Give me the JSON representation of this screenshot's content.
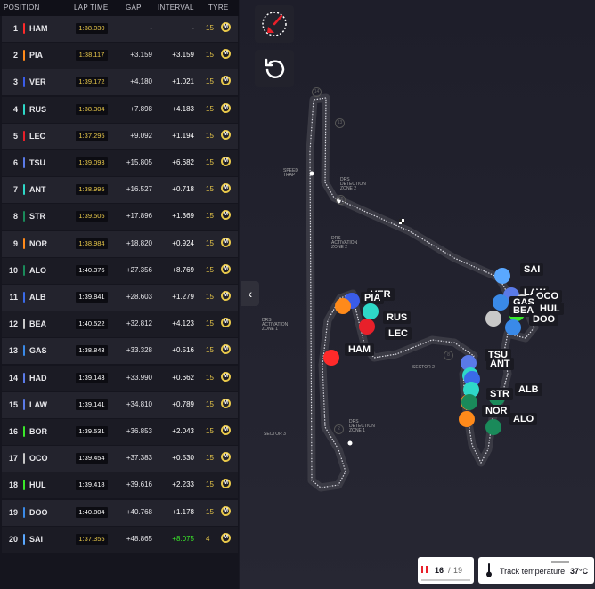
{
  "columns": {
    "position": "POSITION",
    "lap_time": "LAP TIME",
    "gap": "GAP",
    "interval": "INTERVAL",
    "tyre": "TYRE"
  },
  "tyre_letter": "M",
  "rows": [
    {
      "pos": "1",
      "driver": "HAM",
      "color": "#ff2a2a",
      "lap_time": "1:38.030",
      "lt_color": "#e8c84a",
      "gap": "-",
      "interval": "-",
      "int_color": "#ffffff",
      "laps": "15"
    },
    {
      "pos": "2",
      "driver": "PIA",
      "color": "#ff8a1a",
      "lap_time": "1:38.117",
      "lt_color": "#e8c84a",
      "gap": "+3.159",
      "interval": "+3.159",
      "int_color": "#ffffff",
      "laps": "15"
    },
    {
      "pos": "3",
      "driver": "VER",
      "color": "#3a5ce8",
      "lap_time": "1:39.172",
      "lt_color": "#e8c84a",
      "gap": "+4.180",
      "interval": "+1.021",
      "int_color": "#ffffff",
      "laps": "15"
    },
    {
      "pos": "4",
      "driver": "RUS",
      "color": "#2ed8c8",
      "lap_time": "1:38.304",
      "lt_color": "#e8c84a",
      "gap": "+7.898",
      "interval": "+4.183",
      "int_color": "#ffffff",
      "laps": "15"
    },
    {
      "pos": "5",
      "driver": "LEC",
      "color": "#e8202a",
      "lap_time": "1:37.295",
      "lt_color": "#e8c84a",
      "gap": "+9.092",
      "interval": "+1.194",
      "int_color": "#ffffff",
      "laps": "15"
    },
    {
      "pos": "6",
      "driver": "TSU",
      "color": "#5a7ae8",
      "lap_time": "1:39.093",
      "lt_color": "#e8c84a",
      "gap": "+15.805",
      "interval": "+6.682",
      "int_color": "#ffffff",
      "laps": "15"
    },
    {
      "pos": "7",
      "driver": "ANT",
      "color": "#2ed8c8",
      "lap_time": "1:38.995",
      "lt_color": "#e8c84a",
      "gap": "+16.527",
      "interval": "+0.718",
      "int_color": "#ffffff",
      "laps": "15"
    },
    {
      "pos": "8",
      "driver": "STR",
      "color": "#1a8a5a",
      "lap_time": "1:39.505",
      "lt_color": "#e8c84a",
      "gap": "+17.896",
      "interval": "+1.369",
      "int_color": "#ffffff",
      "laps": "15"
    },
    {
      "pos": "9",
      "driver": "NOR",
      "color": "#ff8a1a",
      "lap_time": "1:38.984",
      "lt_color": "#e8c84a",
      "gap": "+18.820",
      "interval": "+0.924",
      "int_color": "#ffffff",
      "laps": "15"
    },
    {
      "pos": "10",
      "driver": "ALO",
      "color": "#1a8a5a",
      "lap_time": "1:40.376",
      "lt_color": "#ffffff",
      "gap": "+27.356",
      "interval": "+8.769",
      "int_color": "#ffffff",
      "laps": "15"
    },
    {
      "pos": "11",
      "driver": "ALB",
      "color": "#3a6ae8",
      "lap_time": "1:39.841",
      "lt_color": "#ffffff",
      "gap": "+28.603",
      "interval": "+1.279",
      "int_color": "#ffffff",
      "laps": "15"
    },
    {
      "pos": "12",
      "driver": "BEA",
      "color": "#c8c8c8",
      "lap_time": "1:40.522",
      "lt_color": "#ffffff",
      "gap": "+32.812",
      "interval": "+4.123",
      "int_color": "#ffffff",
      "laps": "15"
    },
    {
      "pos": "13",
      "driver": "GAS",
      "color": "#3a8ae8",
      "lap_time": "1:38.843",
      "lt_color": "#ffffff",
      "gap": "+33.328",
      "interval": "+0.516",
      "int_color": "#ffffff",
      "laps": "15"
    },
    {
      "pos": "14",
      "driver": "HAD",
      "color": "#5a7ae8",
      "lap_time": "1:39.143",
      "lt_color": "#ffffff",
      "gap": "+33.990",
      "interval": "+0.662",
      "int_color": "#ffffff",
      "laps": "15"
    },
    {
      "pos": "15",
      "driver": "LAW",
      "color": "#5a7ae8",
      "lap_time": "1:39.141",
      "lt_color": "#ffffff",
      "gap": "+34.810",
      "interval": "+0.789",
      "int_color": "#ffffff",
      "laps": "15"
    },
    {
      "pos": "16",
      "driver": "BOR",
      "color": "#3ae82a",
      "lap_time": "1:39.531",
      "lt_color": "#ffffff",
      "gap": "+36.853",
      "interval": "+2.043",
      "int_color": "#ffffff",
      "laps": "15"
    },
    {
      "pos": "17",
      "driver": "OCO",
      "color": "#c8c8c8",
      "lap_time": "1:39.454",
      "lt_color": "#ffffff",
      "gap": "+37.383",
      "interval": "+0.530",
      "int_color": "#ffffff",
      "laps": "15"
    },
    {
      "pos": "18",
      "driver": "HUL",
      "color": "#3ae82a",
      "lap_time": "1:39.418",
      "lt_color": "#ffffff",
      "gap": "+39.616",
      "interval": "+2.233",
      "int_color": "#ffffff",
      "laps": "15"
    },
    {
      "pos": "19",
      "driver": "DOO",
      "color": "#3a8ae8",
      "lap_time": "1:40.804",
      "lt_color": "#ffffff",
      "gap": "+40.768",
      "interval": "+1.178",
      "int_color": "#ffffff",
      "laps": "15"
    },
    {
      "pos": "20",
      "driver": "SAI",
      "color": "#5aa8ff",
      "lap_time": "1:37.355",
      "lt_color": "#e8c84a",
      "gap": "+48.865",
      "interval": "+8.075",
      "int_color": "#3ae82a",
      "laps": "4"
    }
  ],
  "map_labels": {
    "speed_trap": "SPEED TRAP",
    "drs_det2": "DRS DETECTION ZONE 2",
    "drs_act2": "DRS ACTIVATION ZONE 2",
    "drs_act1": "DRS ACTIVATION ZONE 1",
    "drs_det1": "DRS DETECTION ZONE 1",
    "sector2": "SECTOR 2",
    "sector3": "SECTOR 3"
  },
  "cars": [
    {
      "code": "SAI",
      "color": "#5aa8ff",
      "label": true
    },
    {
      "code": "LAW",
      "color": "#5a7ae8",
      "label": true
    },
    {
      "code": "OCO",
      "color": "#c8c8c8",
      "label": true
    },
    {
      "code": "GAS",
      "color": "#3a8ae8",
      "label": true
    },
    {
      "code": "HUL",
      "color": "#3ae82a",
      "label": true
    },
    {
      "code": "BEA",
      "color": "#c8c8c8",
      "label": true
    },
    {
      "code": "DOO",
      "color": "#3a8ae8",
      "label": true
    },
    {
      "code": "VER",
      "color": "#3a5ce8",
      "label": true
    },
    {
      "code": "PIA",
      "color": "#ff8a1a",
      "label": true
    },
    {
      "code": "RUS",
      "color": "#2ed8c8",
      "label": true
    },
    {
      "code": "LEC",
      "color": "#e8202a",
      "label": true
    },
    {
      "code": "HAM",
      "color": "#ff2a2a",
      "label": true
    },
    {
      "code": "TSU",
      "color": "#5a7ae8",
      "label": true
    },
    {
      "code": "ANT",
      "color": "#2ed8c8",
      "label": true
    },
    {
      "code": "STR",
      "color": "#1a8a5a",
      "label": true
    },
    {
      "code": "ALB",
      "color": "#3a6ae8",
      "label": true
    },
    {
      "code": "NOR",
      "color": "#ff8a1a",
      "label": true
    },
    {
      "code": "ALO",
      "color": "#1a8a5a",
      "label": true
    }
  ],
  "lap_counter": {
    "current": "16",
    "separator": "/",
    "total": "19"
  },
  "temperature": {
    "label": "Track temperature:",
    "value": "37°C"
  }
}
